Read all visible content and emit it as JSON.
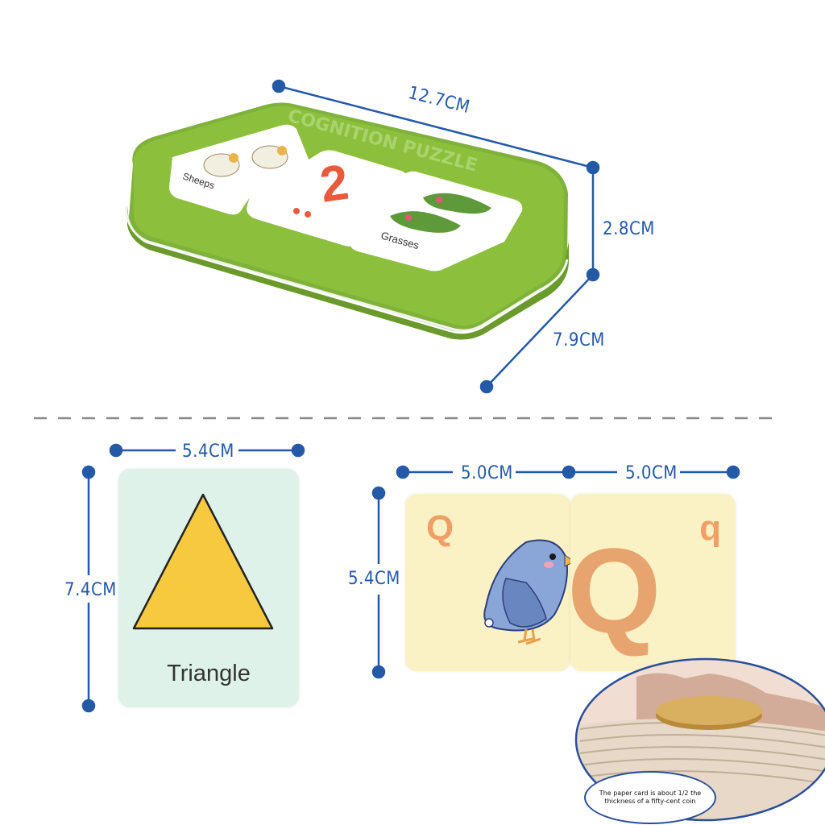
{
  "tin": {
    "length_label": "12.7CM",
    "height_label": "2.8CM",
    "width_label": "7.9CM",
    "lid_text": "COGNITION PUZZLE",
    "cards": [
      {
        "label": "Sheeps"
      },
      {
        "label": "2"
      },
      {
        "label": "Grasses"
      }
    ]
  },
  "triangle_card": {
    "width_label": "5.4CM",
    "height_label": "7.4CM",
    "shape_name": "Triangle"
  },
  "letter_card": {
    "left_width_label": "5.0CM",
    "right_width_label": "5.0CM",
    "height_label": "5.4CM",
    "upper_letter": "Q",
    "lower_letter": "q",
    "big_letter": "Q"
  },
  "thickness_note": "The paper card is about 1/2 the thickness of a fifty-cent coin",
  "colors": {
    "dimension": "#2459a8",
    "tin_green": "#8cbf3c",
    "triangle_fill": "#f7c93e",
    "letter_orange": "#f0a066"
  }
}
